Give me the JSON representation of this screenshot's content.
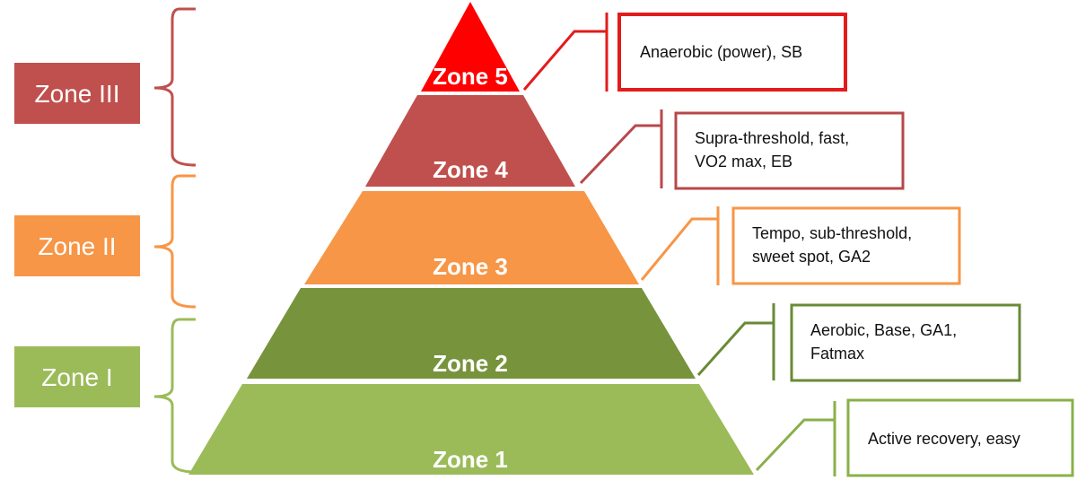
{
  "groups": [
    {
      "label": "Zone III",
      "color": "#c0504d"
    },
    {
      "label": "Zone II",
      "color": "#f79646"
    },
    {
      "label": "Zone I",
      "color": "#9bbb59"
    }
  ],
  "tiers": [
    {
      "label": "Zone 5",
      "color": "#ff0000",
      "border": "#e31b1b",
      "description": [
        "Anaerobic (power), SB"
      ]
    },
    {
      "label": "Zone 4",
      "color": "#c0504d",
      "border": "#b8474a",
      "description": [
        "Supra-threshold, fast,",
        "VO2 max, EB"
      ]
    },
    {
      "label": "Zone 3",
      "color": "#f79646",
      "border": "#f79646",
      "description": [
        "Tempo, sub-threshold,",
        "sweet spot, GA2"
      ]
    },
    {
      "label": "Zone 2",
      "color": "#77933c",
      "border": "#6a8a35",
      "description": [
        "Aerobic, Base, GA1,",
        "Fatmax"
      ]
    },
    {
      "label": "Zone 1",
      "color": "#9bbb59",
      "border": "#8ab04a",
      "description": [
        "Active recovery, easy"
      ]
    }
  ]
}
